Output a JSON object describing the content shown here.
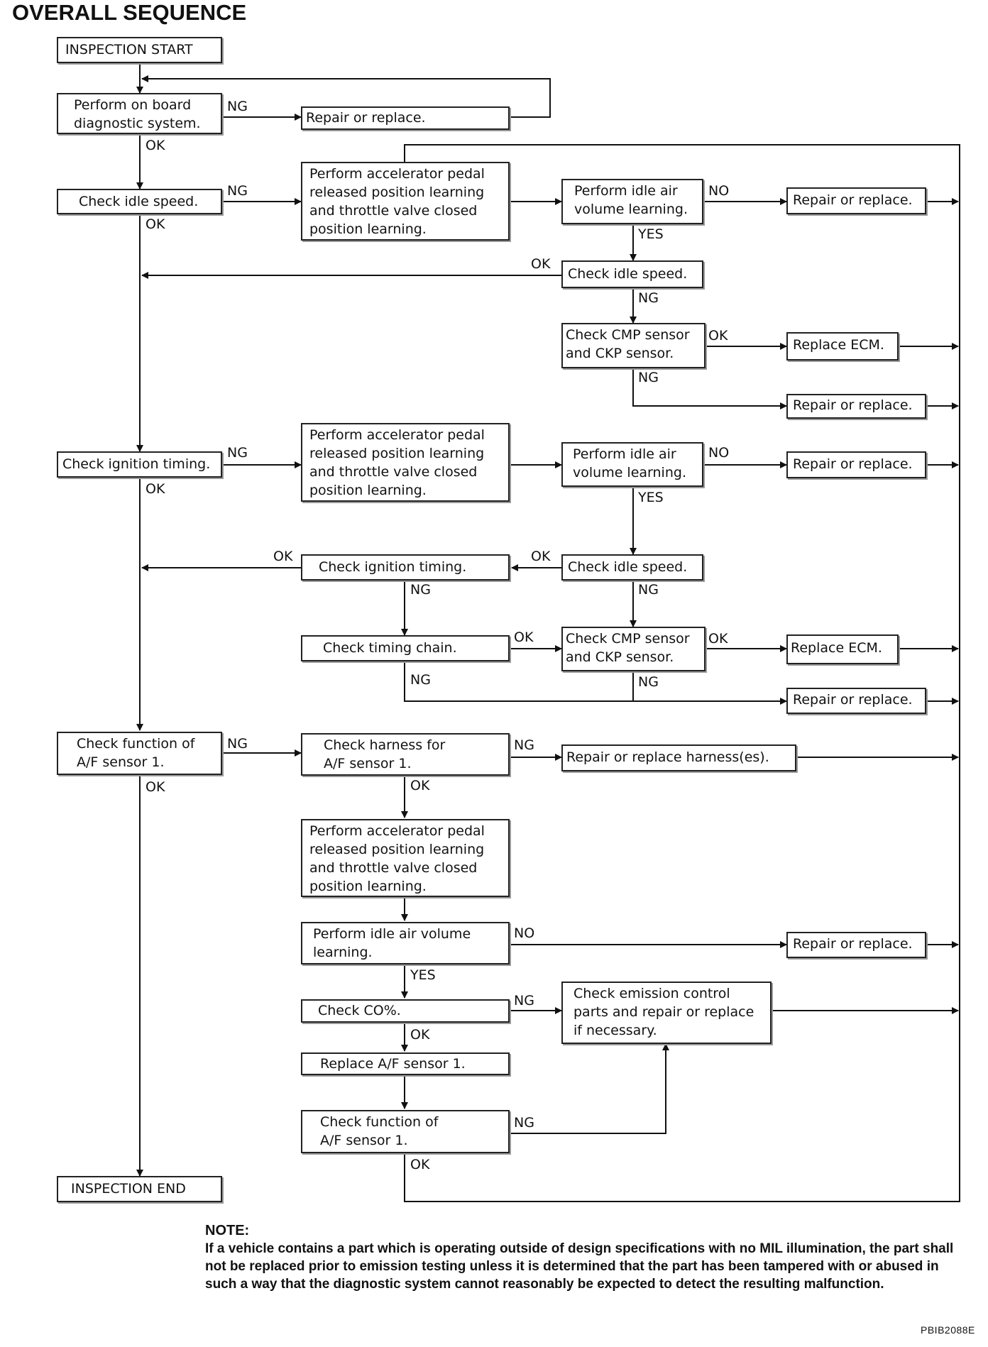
{
  "title": "OVERALL SEQUENCE",
  "boxes": {
    "start": "INSPECTION START",
    "obd": "Perform on board\ndiagnostic system.",
    "repair_obd": "Repair or replace.",
    "idle1": "Check idle speed.",
    "learn1": "Perform accelerator pedal\nreleased position learning\nand throttle valve closed\nposition learning.",
    "iavl1": "Perform idle air\nvolume learning.",
    "repair1": "Repair or replace.",
    "idle2": "Check idle speed.",
    "cmp1": "Check CMP sensor\nand CKP sensor.",
    "ecm1": "Replace ECM.",
    "repair2": "Repair or replace.",
    "ign1": "Check ignition timing.",
    "learn2": "Perform accelerator pedal\nreleased position learning\nand throttle valve closed\nposition learning.",
    "iavl2": "Perform idle air\nvolume learning.",
    "repair3": "Repair or replace.",
    "ign2": "Check ignition timing.",
    "idle3": "Check idle speed.",
    "chain": "Check timing chain.",
    "cmp2": "Check CMP sensor\nand CKP sensor.",
    "ecm2": "Replace ECM.",
    "repair4": "Repair or replace.",
    "af1": "Check function of\nA/F sensor 1.",
    "harness": "Check harness for\nA/F sensor 1.",
    "repair_harness": "Repair or replace harness(es).",
    "learn3": "Perform accelerator pedal\nreleased position learning\nand throttle valve closed\nposition learning.",
    "iavl3": "Perform idle air volume\nlearning.",
    "repair5": "Repair or replace.",
    "co": "Check CO%.",
    "emission": "Check emission control\nparts and repair or replace\nif necessary.",
    "replace_af": "Replace A/F sensor 1.",
    "af2": "Check function of\nA/F sensor 1.",
    "end": "INSPECTION END"
  },
  "labels": {
    "ng": "NG",
    "ok": "OK",
    "no": "NO",
    "yes": "YES"
  },
  "note": {
    "title": "NOTE:",
    "text": "If a vehicle contains a part which is operating outside of design specifications with no MIL illumination, the part shall not be replaced prior to emission testing unless it is determined that the part has been tampered with or abused in such a way that the diagnostic system cannot reasonably be expected to detect the resulting malfunction."
  },
  "figure_code": "PBIB2088E"
}
